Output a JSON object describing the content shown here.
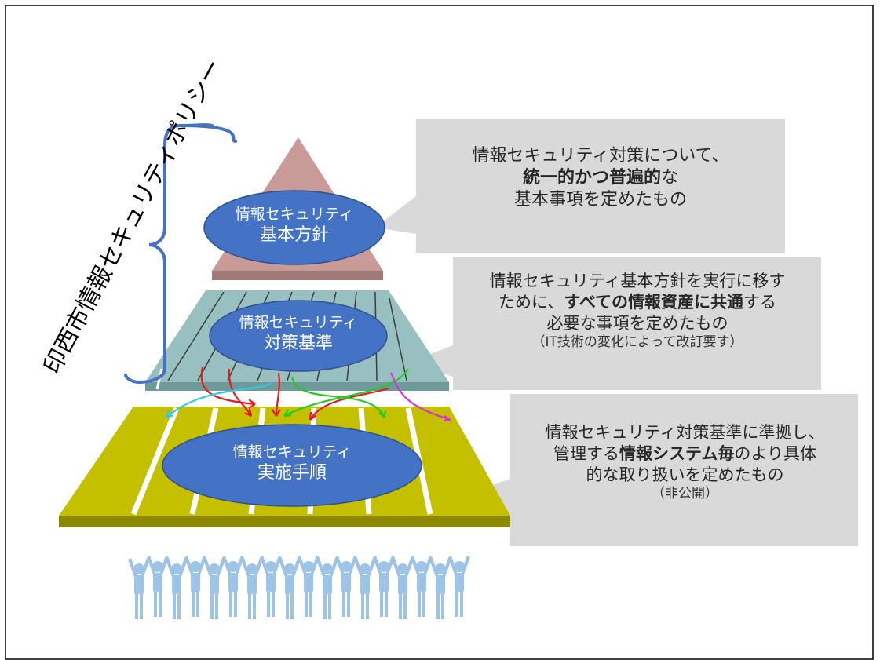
{
  "title": "印西市情報セキュリティポリシー",
  "tiers": [
    {
      "label_line1": "情報セキュリティ",
      "label_line2": "基本方針"
    },
    {
      "label_line1": "情報セキュリティ",
      "label_line2": "対策基準"
    },
    {
      "label_line1": "情報セキュリティ",
      "label_line2": "実施手順"
    }
  ],
  "callouts": [
    {
      "line1": "情報セキュリティ対策について、",
      "line2_bold": "統一的かつ普遍的",
      "line2_rest": "な",
      "line3": "基本事項を定めたもの"
    },
    {
      "line1": "情報セキュリティ基本方針を実行に移す",
      "line2_pre": "ために、",
      "line2_bold": "すべての情報資産に共通",
      "line2_post": "する",
      "line3": "必要な事項を定めたもの",
      "line4": "（IT技術の変化によって改訂要す）"
    },
    {
      "line1": "情報セキュリティ対策基準に準拠し、",
      "line2_pre": "管理する",
      "line2_bold": "情報システム毎",
      "line2_post": "のより具体",
      "line3": "的な取り扱いを定めたもの",
      "line4": "（非公開）"
    }
  ],
  "colors": {
    "top_tier": "#c89a98",
    "middle_tier": "#98c0c0",
    "bottom_tier": "#c4c000",
    "ellipse": "#4472c4",
    "callout_bg": "#d9d9d9",
    "people": "#9dc3e6",
    "bracket": "#4472c4"
  },
  "icons": [
    "people-group-icon",
    "arrow-icon"
  ]
}
